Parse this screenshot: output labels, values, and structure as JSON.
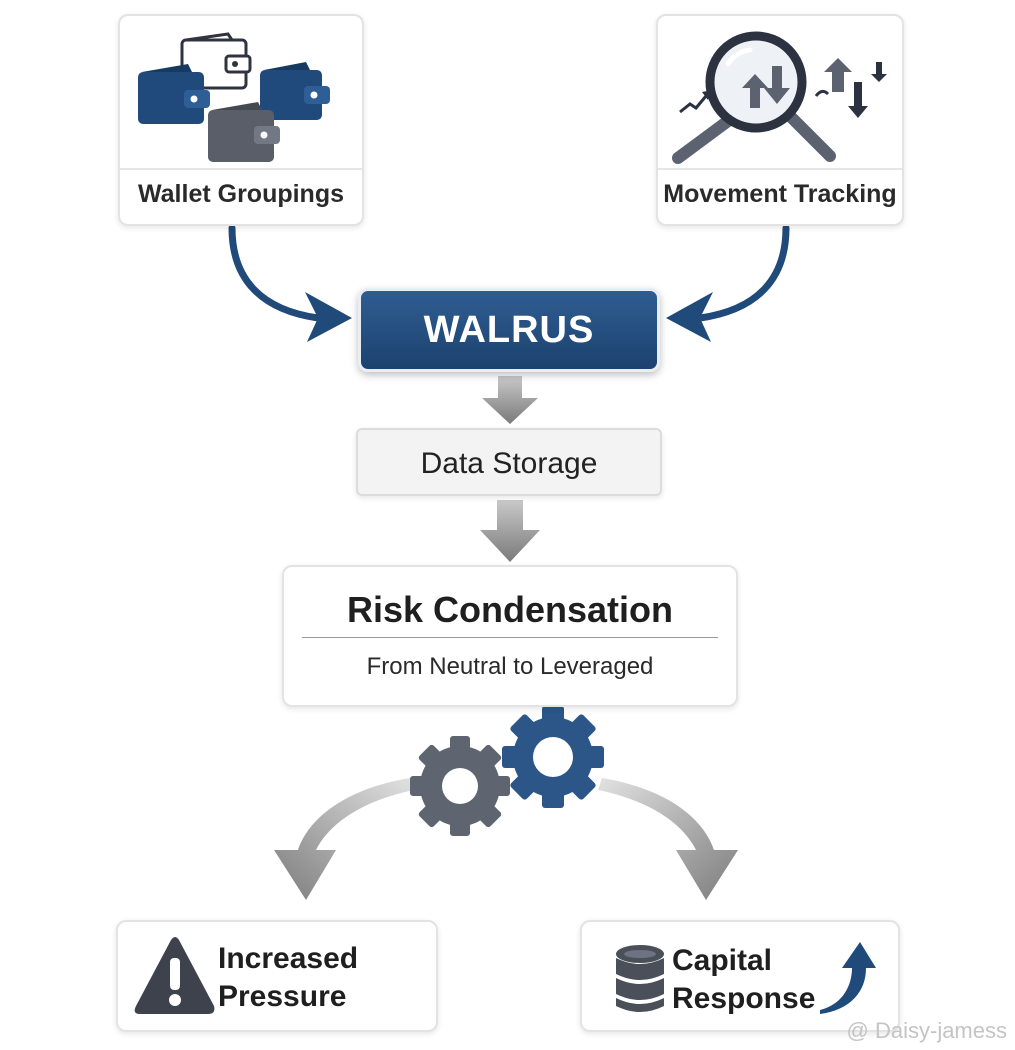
{
  "inputs": {
    "wallet_groupings": "Wallet Groupings",
    "movement_tracking": "Movement Tracking"
  },
  "core": {
    "label": "WALRUS"
  },
  "storage": {
    "label": "Data Storage"
  },
  "risk": {
    "title": "Risk Condensation",
    "subtitle": "From Neutral to Leveraged"
  },
  "outputs": {
    "pressure_line1": "Increased",
    "pressure_line2": "Pressure",
    "capital_line1": "Capital",
    "capital_line2": "Response"
  },
  "watermark": "@ Daisy-jamess",
  "icons": [
    "wallet-icon",
    "magnifier-icon",
    "trend-arrows-icon",
    "gear-icon",
    "warning-icon",
    "database-icon",
    "up-arrow-icon"
  ],
  "colors": {
    "navy": "#1f4a7a",
    "gray": "#6e6e6e",
    "light_gray": "#bdbdbd"
  }
}
